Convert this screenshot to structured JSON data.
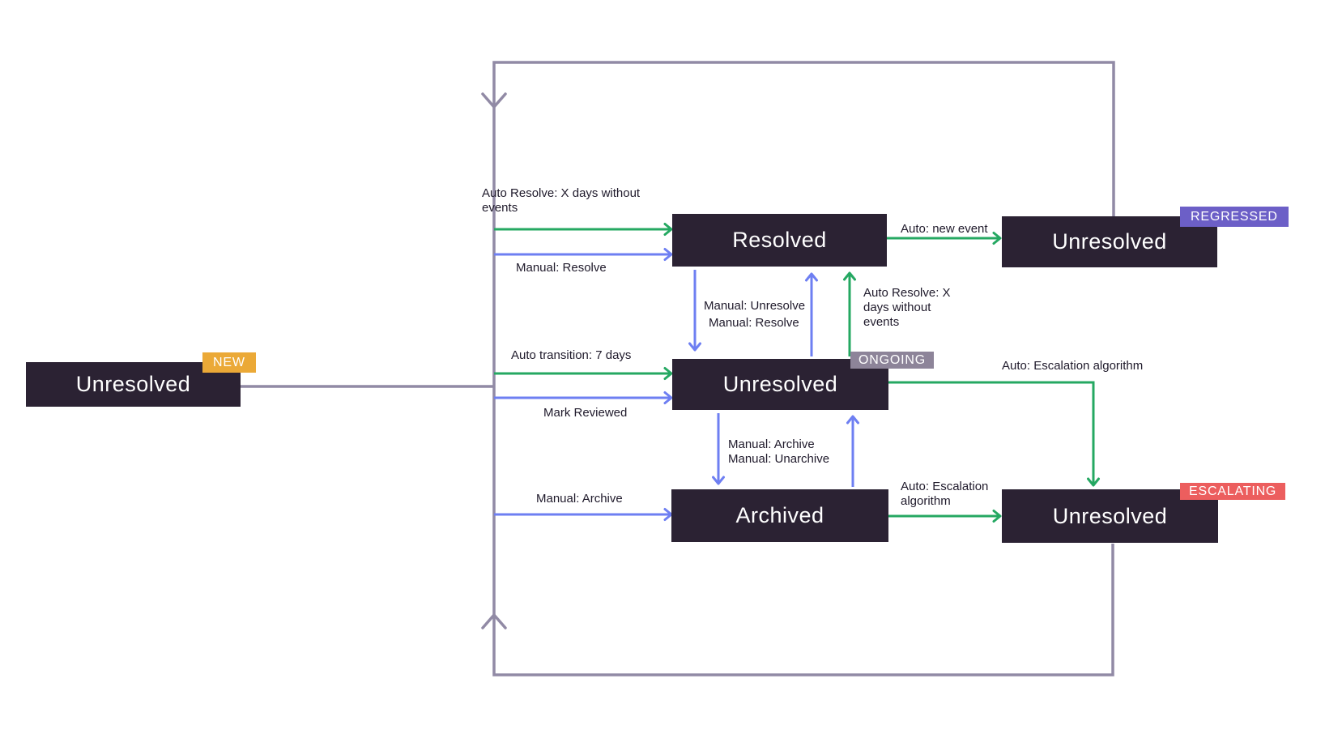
{
  "diagram": {
    "nodes": {
      "new": {
        "label": "Unresolved",
        "badge": "NEW"
      },
      "resolved": {
        "label": "Resolved"
      },
      "regressed": {
        "label": "Unresolved",
        "badge": "REGRESSED"
      },
      "ongoing": {
        "label": "Unresolved",
        "badge": "ONGOING"
      },
      "archived": {
        "label": "Archived"
      },
      "escalating": {
        "label": "Unresolved",
        "badge": "ESCALATING"
      }
    },
    "edge_labels": {
      "auto_resolve_top": "Auto Resolve: X days without\nevents",
      "manual_resolve_top": "Manual: Resolve",
      "auto_new_event": "Auto: new event",
      "manual_unresolve": "Manual: Unresolve",
      "manual_resolve_mid": "Manual: Resolve",
      "auto_resolve_mid": "Auto Resolve: X\ndays without\nevents",
      "auto_transition": "Auto transition: 7 days",
      "mark_reviewed": "Mark Reviewed",
      "auto_escalation_right": "Auto: Escalation algorithm",
      "manual_archive_pair": "Manual: Archive\nManual: Unarchive",
      "manual_archive_bottom": "Manual: Archive",
      "auto_escalation_bottom": "Auto: Escalation\nalgorithm"
    },
    "colors": {
      "node_bg": "#2b2233",
      "node_text": "#ffffff",
      "auto_edge": "#25a862",
      "manual_edge": "#6e7ff2",
      "loop_edge": "#918aa5",
      "label_text": "#1f1a2b",
      "badge_text": "#ffffff",
      "badge_new": "#eba937",
      "badge_regressed": "#6c5fc7",
      "badge_ongoing": "#8d8499",
      "badge_escalating": "#ec5e5e"
    }
  }
}
